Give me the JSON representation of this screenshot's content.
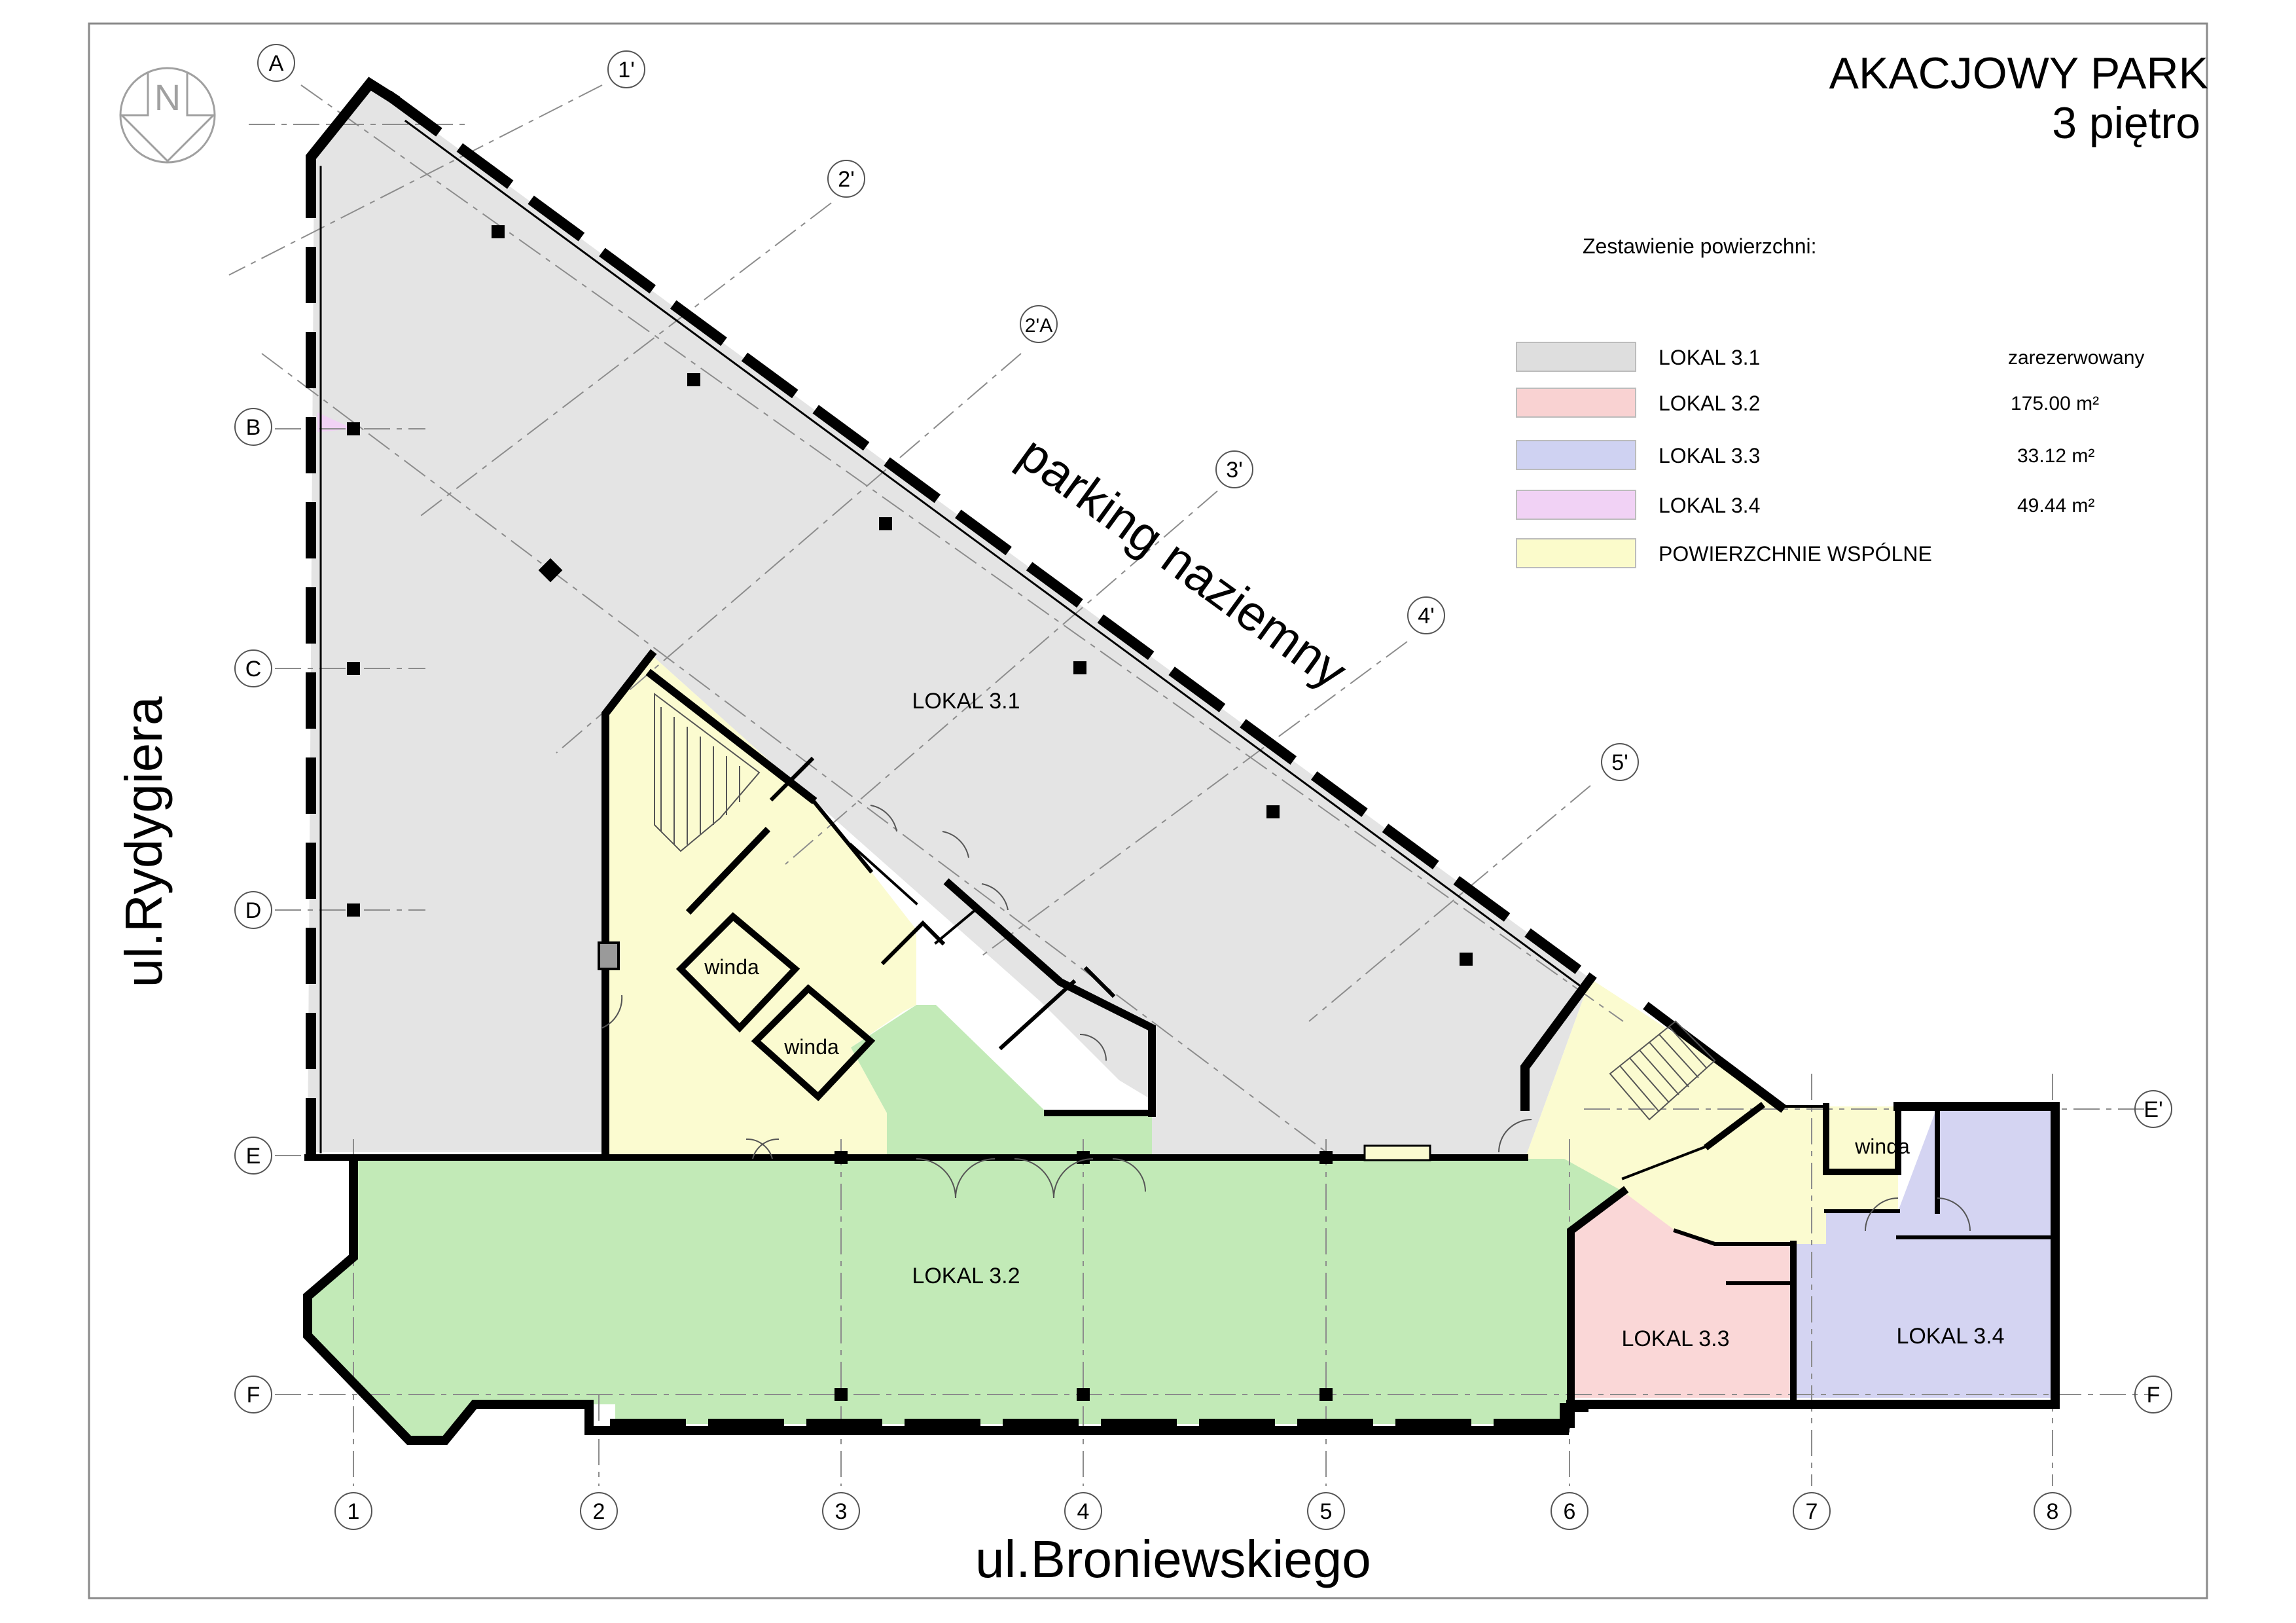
{
  "title": {
    "line1": "AKACJOWY PARK",
    "line2": "3 piętro"
  },
  "north_symbol": "N",
  "legend": {
    "heading": "Zestawienie powierzchni:",
    "items": [
      {
        "label": "LOKAL 3.1",
        "value": "zarezerwowany",
        "color": "#dedede"
      },
      {
        "label": "LOKAL 3.2",
        "value": "175.00 m²",
        "color": "#f9d2d2"
      },
      {
        "label": "LOKAL 3.3",
        "value": "33.12 m²",
        "color": "#cfd2f2"
      },
      {
        "label": "LOKAL 3.4",
        "value": "49.44 m²",
        "color": "#f1d2f5"
      },
      {
        "label": "POWIERZCHNIE WSPÓLNE",
        "value": "",
        "color": "#fbfbcb"
      }
    ]
  },
  "streets": {
    "left": "ul.Rydygiera",
    "bottom": "ul.Broniewskiego",
    "diagonal": "parking naziemny"
  },
  "rooms": {
    "lokal_31": "LOKAL 3.1",
    "lokal_32": "LOKAL 3.2",
    "lokal_33": "LOKAL 3.3",
    "lokal_34": "LOKAL 3.4",
    "winda_1": "winda",
    "winda_2": "winda",
    "winda_3": "winda"
  },
  "axes": {
    "rows": [
      "A",
      "B",
      "C",
      "D",
      "E",
      "F"
    ],
    "row_right": [
      "E'",
      "F"
    ],
    "columns": [
      "1",
      "2",
      "3",
      "4",
      "5",
      "6",
      "7",
      "8"
    ],
    "diagonal": [
      "1'",
      "2'",
      "2'A",
      "3'",
      "4'",
      "5'"
    ]
  },
  "colors": {
    "lokal_31_fill": "#e4e4e4",
    "lokal_32_fill": "#c2eab7",
    "lokal_33_fill": "#fad7d7",
    "lokal_34_fill": "#d4d4f2",
    "common_fill": "#fbfbd0",
    "wall": "#000000",
    "axis_line": "#9a9a9a"
  }
}
